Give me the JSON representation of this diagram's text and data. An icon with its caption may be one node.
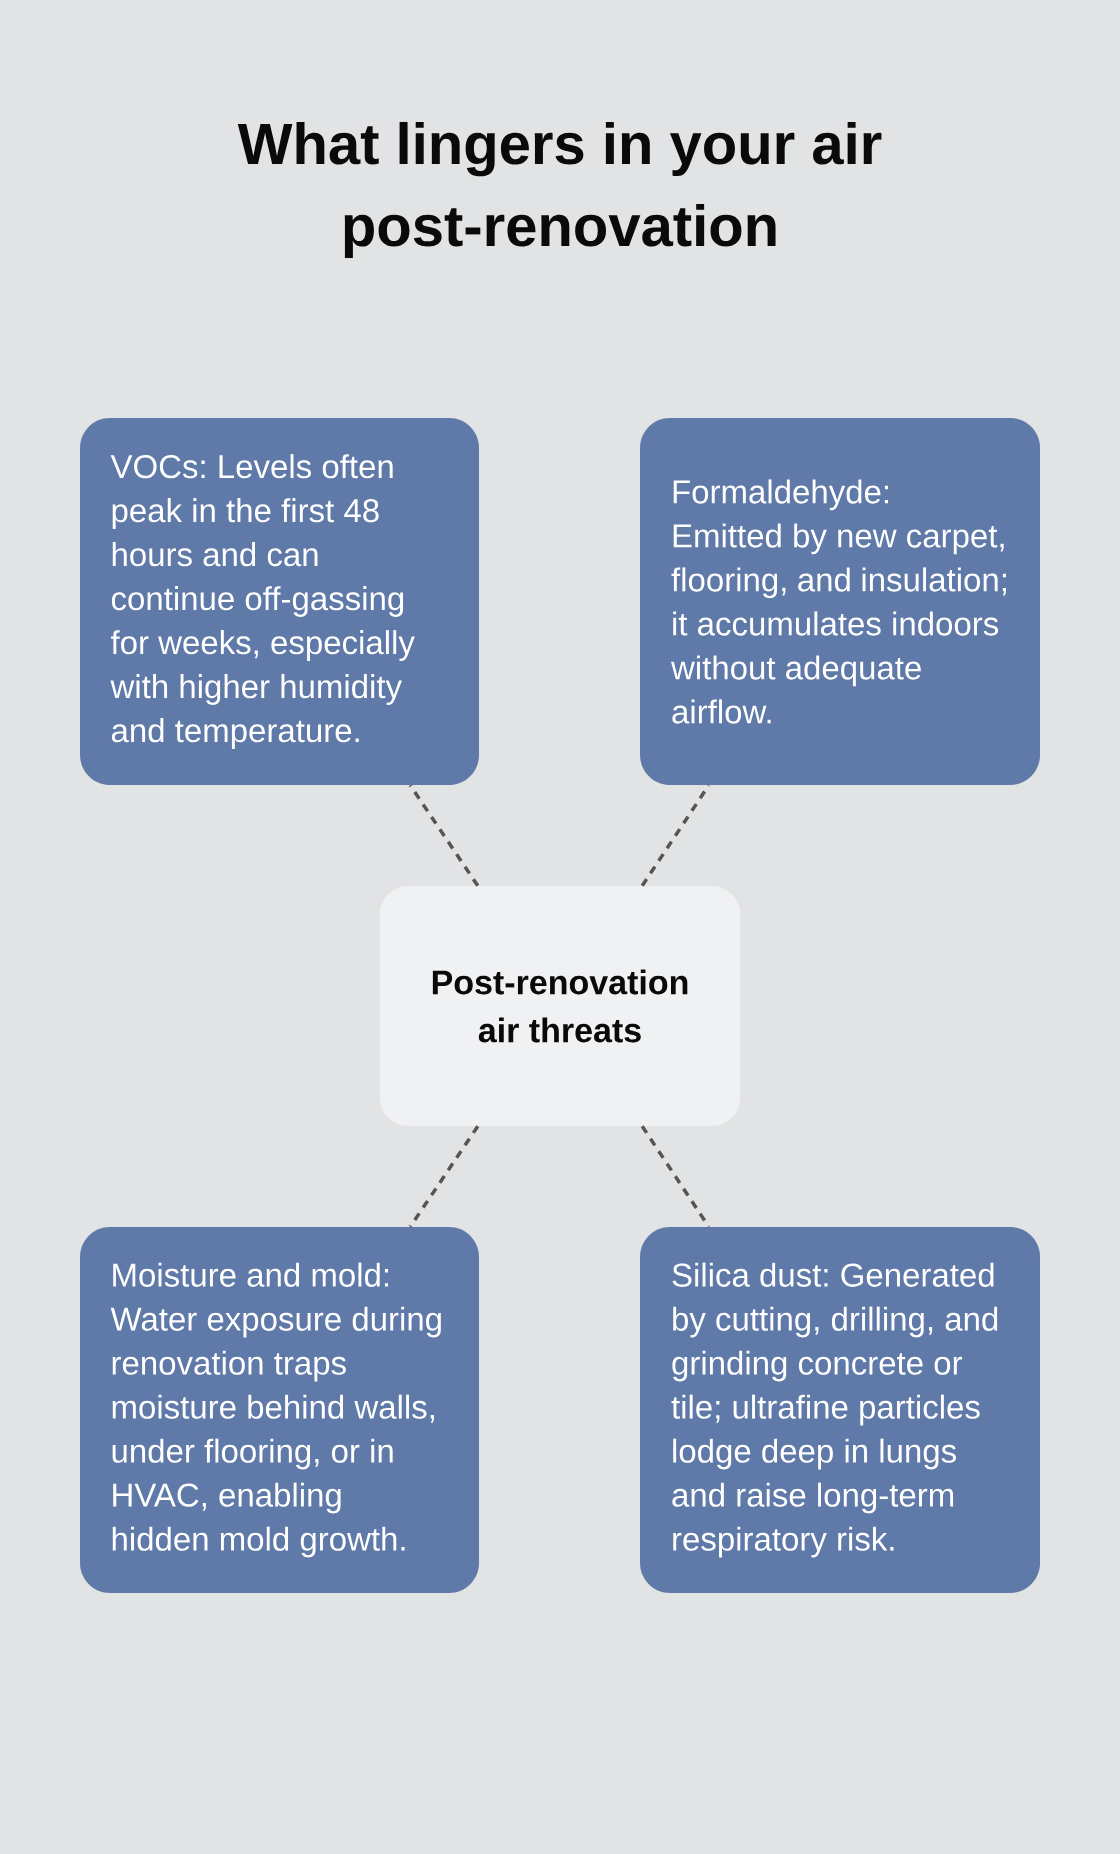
{
  "diagram": {
    "title": "What lingers in your air post-renovation",
    "nodes": [
      {
        "text": [
          "VOCs: Levels often peak in the first 48 hours and can continue off-gassing for weeks, especially with higher humidity and temperature."
        ]
      },
      {
        "text": [
          "Formaldehyde: Emitted by new carpet, flooring, and insulation; it accumulates indoors without adequate airflow."
        ]
      },
      {
        "text": [
          "Post-renovation air threats"
        ]
      },
      {
        "text": [
          "Moisture and mold: Water exposure during renovation traps moisture behind walls, under flooring, or in HVAC, enabling hidden mold growth."
        ]
      },
      {
        "text": [
          "Silica dust: Generated by cutting, drilling, and grinding concrete or tile; ultrafine particles lodge deep in lungs and raise long-term respiratory risk."
        ]
      }
    ],
    "edges": [
      {
        "from": 2,
        "to": 0,
        "arrow": "none",
        "style": "dashed"
      },
      {
        "from": 2,
        "to": 1,
        "arrow": "none",
        "style": "dashed"
      },
      {
        "from": 2,
        "to": 3,
        "arrow": "none",
        "style": "dashed"
      },
      {
        "from": 2,
        "to": 4,
        "arrow": "none",
        "style": "dashed"
      }
    ]
  }
}
